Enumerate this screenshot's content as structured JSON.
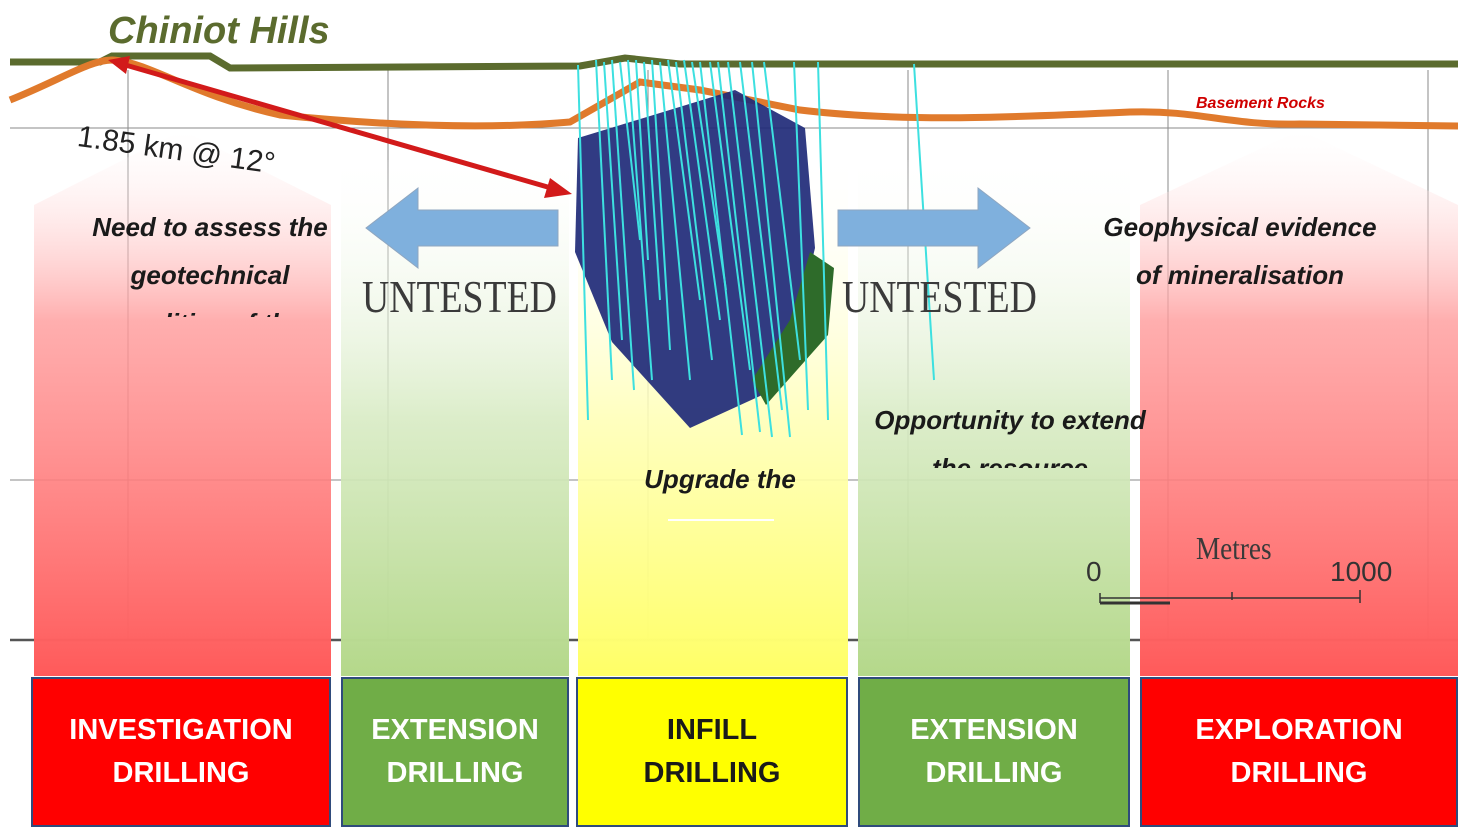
{
  "title": "Chiniot Hills",
  "basement_label": "Basement Rocks",
  "distance_label": "1.85 km @ 12°",
  "untested_left": "UNTESTED",
  "untested_right": "UNTESTED",
  "notes": {
    "investigation": "Need to assess the geotechnical qualities of the",
    "geophysical": "Geophysical evidence of mineralisation",
    "opportunity": "Opportunity to extend the resource",
    "upgrade": "Upgrade the"
  },
  "scale": {
    "unit": "Metres",
    "min": "0",
    "max": "1000"
  },
  "zones": [
    {
      "label": "INVESTIGATION\nDRILLING",
      "color": "#ff0000",
      "text_color": "#ffffff"
    },
    {
      "label": "EXTENSION\nDRILLING",
      "color": "#70ad47",
      "text_color": "#ffffff"
    },
    {
      "label": "INFILL\nDRILLING",
      "color": "#ffff00",
      "text_color": "#1a1a1a"
    },
    {
      "label": "EXTENSION\nDRILLING",
      "color": "#70ad47",
      "text_color": "#ffffff"
    },
    {
      "label": "EXPLORATION\nDRILLING",
      "color": "#ff0000",
      "text_color": "#ffffff"
    }
  ],
  "colors": {
    "surface": "#5b6b2e",
    "basement": "#e07a2c",
    "orebody": "#1f2a78",
    "orebody_green": "#2e6b2a",
    "drillhole": "#3de0e0",
    "arrow_red": "#d21a1a",
    "arrow_blue": "#7fb0dd"
  }
}
